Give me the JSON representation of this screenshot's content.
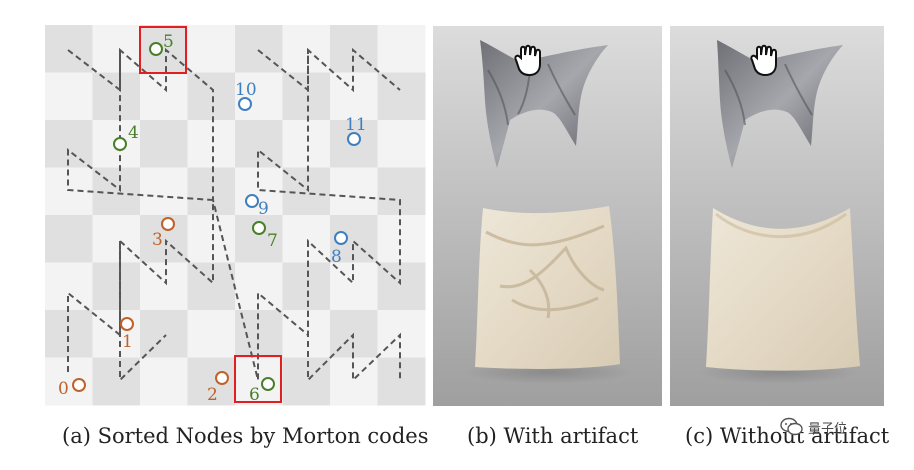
{
  "panels": [
    {
      "id": "a",
      "caption": "(a)  Sorted Nodes by Morton codes"
    },
    {
      "id": "b",
      "caption": "(b)  With artifact"
    },
    {
      "id": "c",
      "caption": "(c)  Without artifact"
    }
  ],
  "grid": {
    "rows": 8,
    "cols": 8
  },
  "nodes": [
    {
      "label": "0",
      "group": "orange"
    },
    {
      "label": "1",
      "group": "orange"
    },
    {
      "label": "2",
      "group": "orange"
    },
    {
      "label": "3",
      "group": "orange"
    },
    {
      "label": "4",
      "group": "green"
    },
    {
      "label": "5",
      "group": "green"
    },
    {
      "label": "6",
      "group": "green"
    },
    {
      "label": "7",
      "group": "green"
    },
    {
      "label": "8",
      "group": "blue"
    },
    {
      "label": "9",
      "group": "blue"
    },
    {
      "label": "10",
      "group": "blue"
    },
    {
      "label": "11",
      "group": "blue"
    }
  ],
  "highlighted_nodes": [
    "5",
    "6"
  ],
  "colors": {
    "orange": "#c0612b",
    "green": "#4a7f2a",
    "blue": "#3f7fbf",
    "highlight": "#e02020",
    "checker_dark": "#e0e0e0",
    "checker_light": "#f3f3f3",
    "curve": "#555555",
    "silk": "#8a8a90",
    "linen": "#e6dcc9"
  },
  "icons": [
    "hand-cursor-icon",
    "wechat-icon"
  ],
  "watermark": {
    "text": "量子位"
  }
}
